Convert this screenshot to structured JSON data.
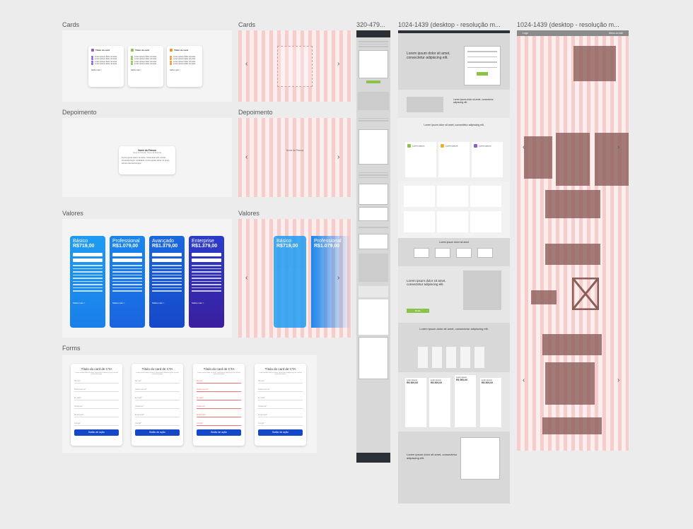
{
  "sections": {
    "cards": "Cards",
    "cards_grid": "Cards",
    "depoimento": "Depoimento",
    "depoimento_grid": "Depoimento",
    "valores": "Valores",
    "valores_grid": "Valores",
    "forms": "Forms"
  },
  "frames": {
    "mobile": "320-479...",
    "desktop1": "1024-1439 (desktop - resolução m...",
    "desktop2": "1024-1439 (desktop - resolução m..."
  },
  "cards": {
    "title": "Título do card",
    "item": "Lorem ipsum dolor sit amet",
    "link": "Saiba mais >",
    "colors": [
      "#8e5bd6",
      "#8bc34a",
      "#f0922a"
    ]
  },
  "depoimento": {
    "name": "Nome da Pessoa",
    "role": "Cargo da Pessoa - Nome da Empresa",
    "quote": "Lorem ipsum dolor sit amet, consectetur elit, sed do eiusmod tempor incididunt. Lorem ipsum dolor sit amet, sed do eiusmod tempor."
  },
  "valores": {
    "plans": [
      {
        "name": "Básico",
        "price": "R$719,00",
        "color": "#1e9cf2"
      },
      {
        "name": "Professional",
        "price": "R$1.079,00",
        "color": "#1a86ee"
      },
      {
        "name": "Avançado",
        "price": "R$1.379,00",
        "color": "#1a68e0"
      },
      {
        "name": "Enterprise",
        "price": "R$1.379,00",
        "color": "#2a3ccc"
      }
    ],
    "link": "Saiba mais >"
  },
  "forms": {
    "title": "Título do card de CTA",
    "subtitle": "Lorem ipsum dolor sit amet, consectetur adipiscing elit, sed do eiusmod tempor",
    "cta": "Botão de ação",
    "fields": [
      "Nome*",
      "Sobrenome*",
      "E-mail*",
      "Telefone*",
      "Empresa*",
      "Cargo*"
    ]
  },
  "desktop": {
    "hero": "Lorem ipsum dolor sit amet, consectetur adipiscing elit.",
    "hero2": "Lorem ipsum dolor sit amet, consectetur adipiscing elit.",
    "section_title": "Lorem ipsum dolor sit amet, consectetur adipiscing elit.",
    "small": "Lorem ipsum dolor sit amet",
    "card_title": "Lorem ipsum",
    "button": "Botão",
    "plan_name": "Lorem ipsum",
    "plan_price": "R$ 500,00"
  },
  "desktop2": {
    "logo": "Logo",
    "menu": "Menu do site"
  }
}
